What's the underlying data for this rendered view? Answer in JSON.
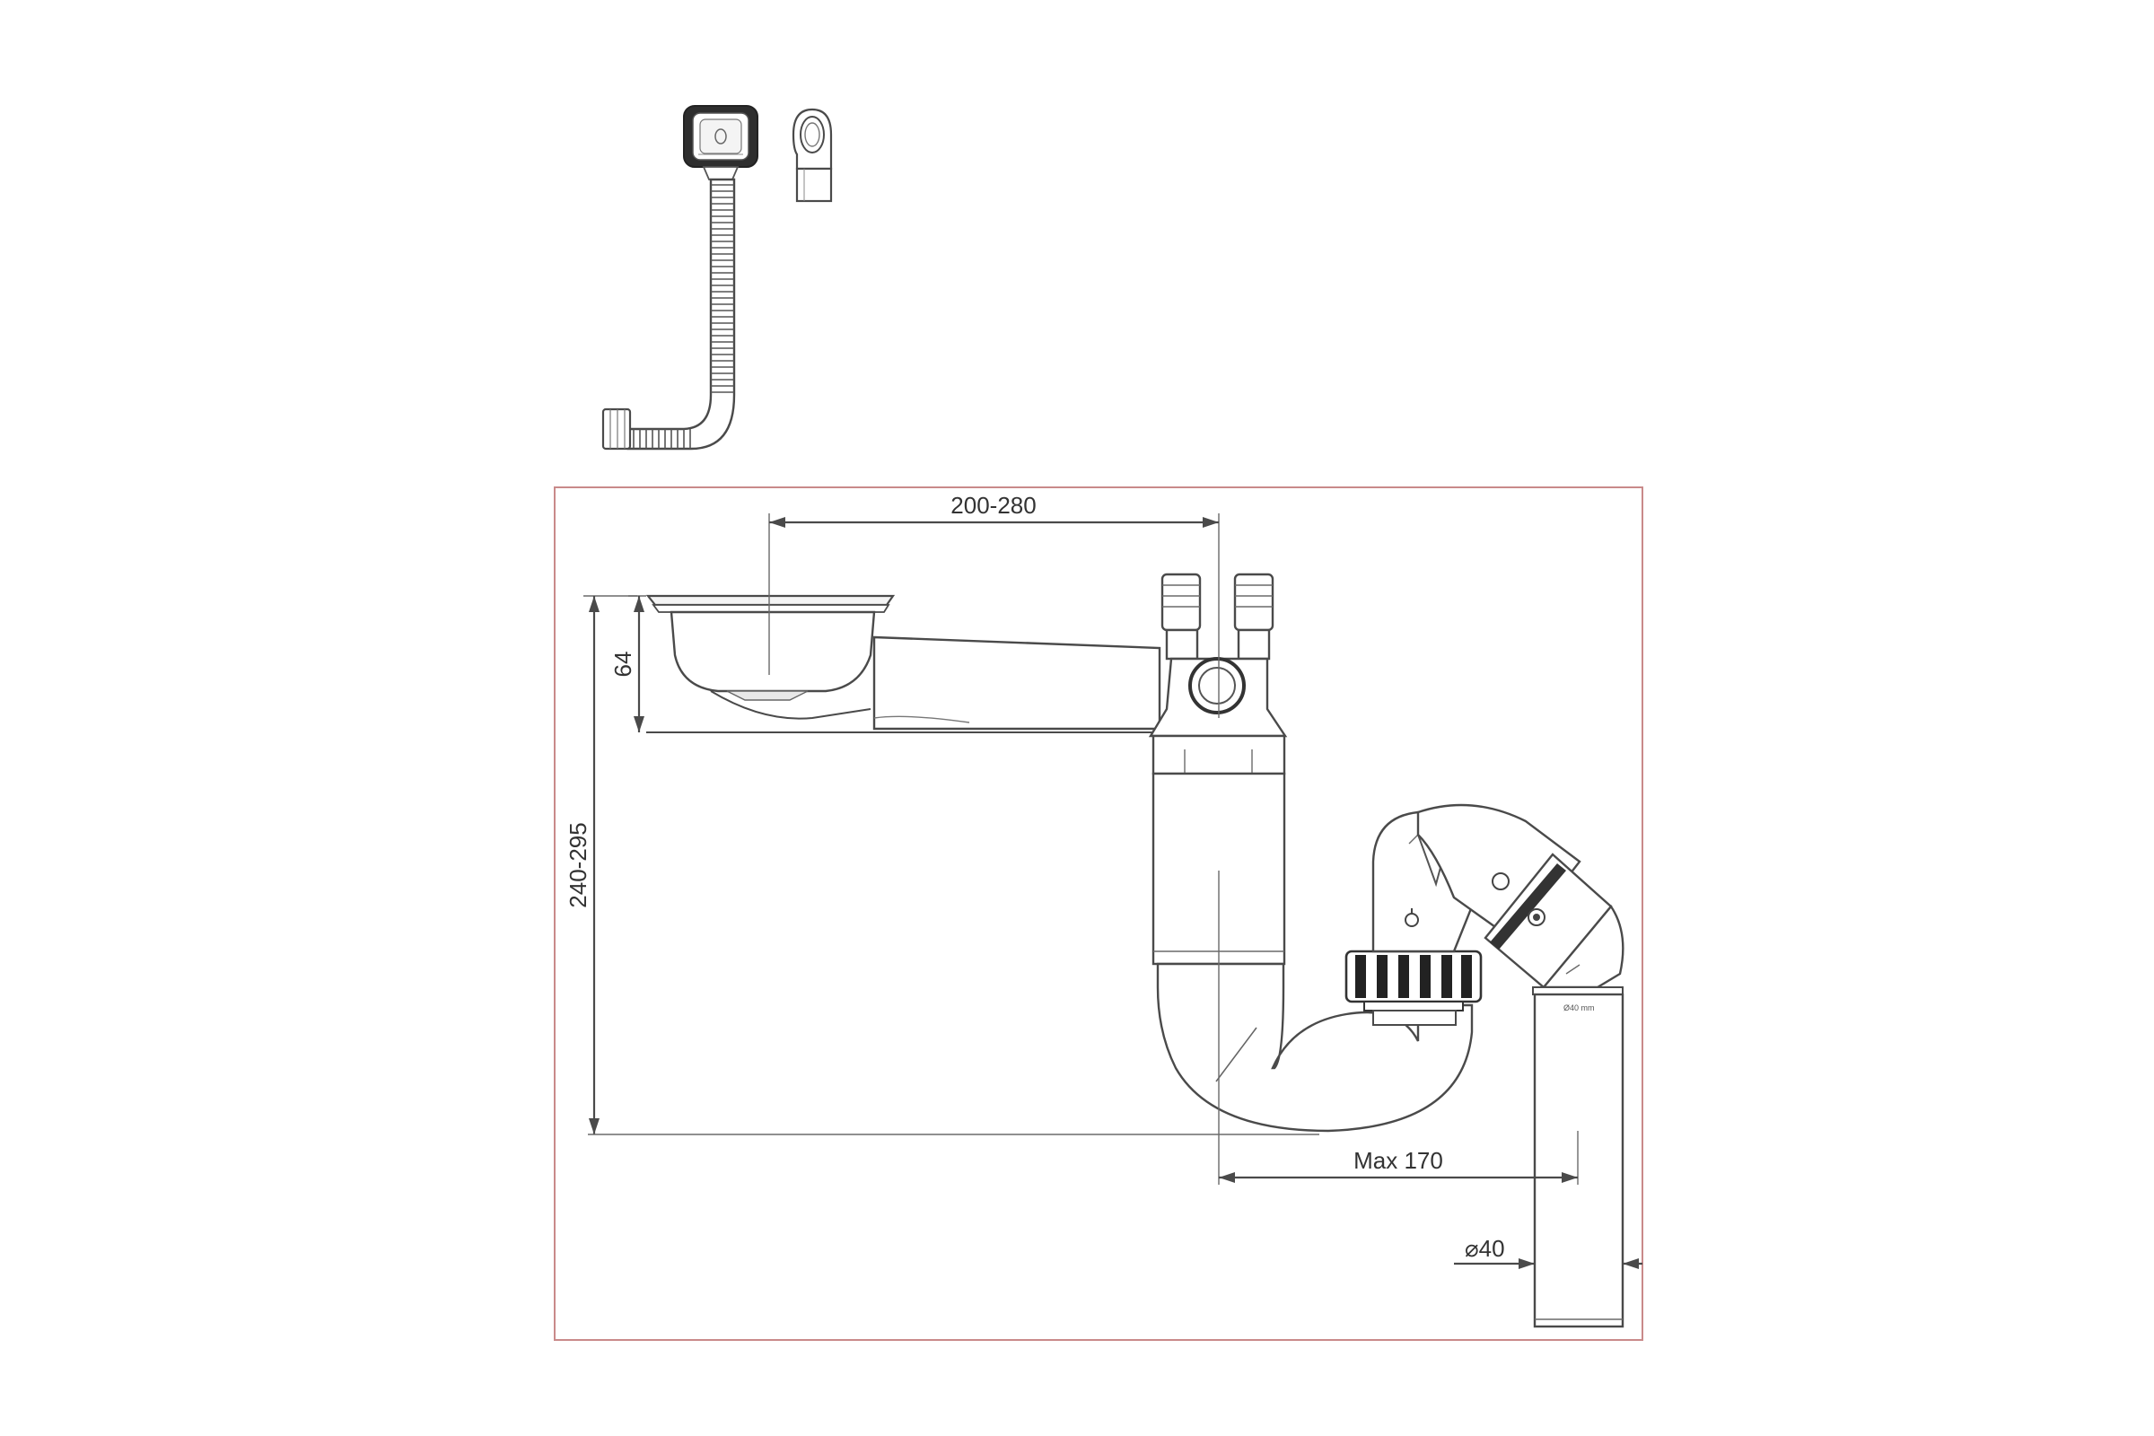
{
  "dimensions": {
    "horizontal_top": "200-280",
    "vertical_left": "240-295",
    "bowl_depth": "64",
    "horizontal_bottom": "Max 170",
    "pipe_diameter": "⌀40",
    "pipe_label_small": "Ø40 mm"
  },
  "colors": {
    "frame": "#c98a8a",
    "line": "#4a4a4a",
    "text": "#333333"
  },
  "icons": {
    "overflow_kit": "flexible-overflow-hose-icon",
    "overflow_cap": "overflow-cap-icon",
    "recycle_mark": "recycle-mark-icon"
  }
}
